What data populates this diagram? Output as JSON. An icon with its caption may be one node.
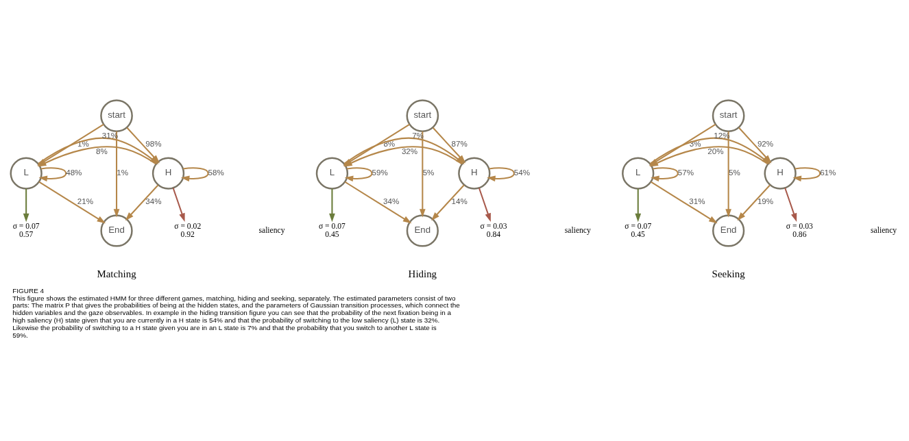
{
  "diagram": {
    "title": "FIGURE 4",
    "caption": "This figure shows the estimated HMM for three different games, matching, hiding and seeking, separately. The estimated parameters consist of two parts: The matrix P that gives the probabilities of being at the hidden states, and the parameters of Gaussian transition processes, which connect the hidden variables and the gaze observables. In example in the hiding transition figure you can see that the probability of the next fixation being in a high saliency (H) state given that you are currently in a H state is 54% and that the probability of switching to the low saliency (L) state is 32%. Likewise the probability of switching to a H state given you are in an L state is 7% and that the probability that you switch to another L state is 59%.",
    "nodes": [
      {
        "text": [
          "start"
        ]
      },
      {
        "text": [
          "L"
        ]
      },
      {
        "text": [
          "H"
        ]
      },
      {
        "text": [
          "σ = 0.07"
        ],
        "beside": [
          "0.57"
        ]
      },
      {
        "text": [
          "σ = 0.02"
        ],
        "beside": [
          "0.92"
        ]
      },
      {
        "text": [
          "End"
        ]
      },
      {
        "text": [
          "start"
        ]
      },
      {
        "text": [
          "L"
        ]
      },
      {
        "text": [
          "H"
        ]
      },
      {
        "text": [
          "σ = 0.07"
        ],
        "beside": [
          "0.45"
        ]
      },
      {
        "text": [
          "σ = 0.03"
        ],
        "beside": [
          "0.84"
        ]
      },
      {
        "text": [
          "End"
        ]
      },
      {
        "text": [
          "start"
        ]
      },
      {
        "text": [
          "L"
        ]
      },
      {
        "text": [
          "H"
        ]
      },
      {
        "text": [
          "σ = 0.07"
        ],
        "beside": [
          "0.45"
        ]
      },
      {
        "text": [
          "σ = 0.03"
        ],
        "beside": [
          "0.86"
        ]
      },
      {
        "text": [
          "End"
        ]
      }
    ],
    "edges": [
      {
        "from": 0,
        "to": 1,
        "arrow": "to",
        "label": "1%"
      },
      {
        "from": 0,
        "to": 2,
        "arrow": "to",
        "label": "98%"
      },
      {
        "from": 0,
        "to": 5,
        "arrow": "to",
        "label": "1%"
      },
      {
        "from": 1,
        "to": 1,
        "arrow": "to",
        "label": "48%"
      },
      {
        "from": 2,
        "to": 2,
        "arrow": "to",
        "label": "58%"
      },
      {
        "from": 2,
        "to": 1,
        "arrow": "to",
        "label": "8%"
      },
      {
        "from": 1,
        "to": 2,
        "arrow": "to",
        "label": "31%"
      },
      {
        "from": 1,
        "to": 5,
        "arrow": "to",
        "label": "21%"
      },
      {
        "from": 2,
        "to": 5,
        "arrow": "to",
        "label": "34%"
      },
      {
        "from": 1,
        "to": 3,
        "arrow": "to",
        "color": "#6b7d3c"
      },
      {
        "from": 2,
        "to": 4,
        "arrow": "to",
        "color": "#a85a4c"
      },
      {
        "from": 6,
        "to": 7,
        "arrow": "to",
        "label": "8%"
      },
      {
        "from": 6,
        "to": 8,
        "arrow": "to",
        "label": "87%"
      },
      {
        "from": 6,
        "to": 11,
        "arrow": "to",
        "label": "5%"
      },
      {
        "from": 7,
        "to": 7,
        "arrow": "to",
        "label": "59%"
      },
      {
        "from": 8,
        "to": 8,
        "arrow": "to",
        "label": "54%"
      },
      {
        "from": 8,
        "to": 7,
        "arrow": "to",
        "label": "32%"
      },
      {
        "from": 7,
        "to": 8,
        "arrow": "to",
        "label": "7%"
      },
      {
        "from": 7,
        "to": 11,
        "arrow": "to",
        "label": "34%"
      },
      {
        "from": 8,
        "to": 11,
        "arrow": "to",
        "label": "14%"
      },
      {
        "from": 7,
        "to": 9,
        "arrow": "to",
        "color": "#6b7d3c"
      },
      {
        "from": 8,
        "to": 10,
        "arrow": "to",
        "color": "#a85a4c"
      },
      {
        "from": 12,
        "to": 13,
        "arrow": "to",
        "label": "3%"
      },
      {
        "from": 12,
        "to": 14,
        "arrow": "to",
        "label": "92%"
      },
      {
        "from": 12,
        "to": 17,
        "arrow": "to",
        "label": "5%"
      },
      {
        "from": 13,
        "to": 13,
        "arrow": "to",
        "label": "57%"
      },
      {
        "from": 14,
        "to": 14,
        "arrow": "to",
        "label": "61%"
      },
      {
        "from": 14,
        "to": 13,
        "arrow": "to",
        "label": "20%"
      },
      {
        "from": 13,
        "to": 14,
        "arrow": "to",
        "label": "12%"
      },
      {
        "from": 13,
        "to": 17,
        "arrow": "to",
        "label": "31%"
      },
      {
        "from": 14,
        "to": 17,
        "arrow": "to",
        "label": "19%"
      },
      {
        "from": 13,
        "to": 15,
        "arrow": "to",
        "color": "#6b7d3c"
      },
      {
        "from": 14,
        "to": 16,
        "arrow": "to",
        "color": "#a85a4c"
      }
    ],
    "labels": [
      "saliency",
      "Matching",
      "saliency",
      "Hiding",
      "saliency",
      "Seeking"
    ]
  }
}
